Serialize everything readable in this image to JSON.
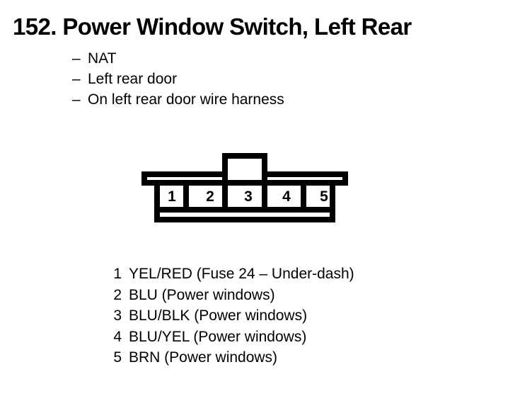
{
  "title": "152. Power Window Switch, Left Rear",
  "attributes": {
    "dash": "–",
    "items": [
      "NAT",
      "Left rear door",
      "On left rear door wire harness"
    ]
  },
  "connector": {
    "name": "5-pin connector",
    "pin_count": 5,
    "pins": [
      "1",
      "2",
      "3",
      "4",
      "5"
    ],
    "outline_color": "#000000",
    "fill_color": "#ffffff",
    "has_top_locking_tab": true,
    "top_tab_slots": 2
  },
  "wire_list": [
    {
      "pin": "1",
      "desc": "YEL/RED (Fuse 24 – Under-dash)"
    },
    {
      "pin": "2",
      "desc": "BLU (Power windows)"
    },
    {
      "pin": "3",
      "desc": "BLU/BLK (Power windows)"
    },
    {
      "pin": "4",
      "desc": "BLU/YEL (Power windows)"
    },
    {
      "pin": "5",
      "desc": "BRN (Power windows)"
    }
  ]
}
